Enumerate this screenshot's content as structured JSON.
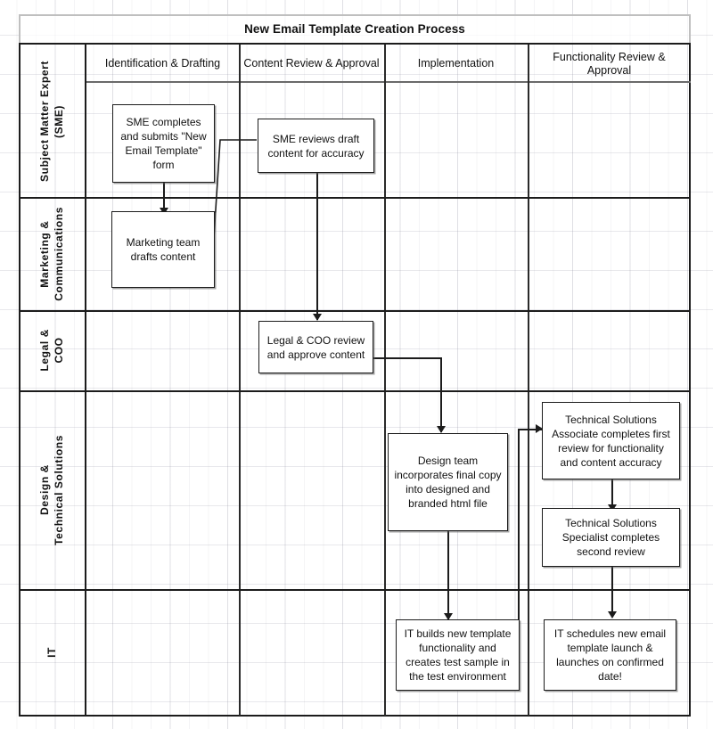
{
  "diagram": {
    "title": "New Email Template Creation Process",
    "type": "swimlane-flowchart",
    "phases": [
      {
        "id": "identification",
        "label": "Identification &\nDrafting"
      },
      {
        "id": "content-review",
        "label": "Content Review\n& Approval"
      },
      {
        "id": "implementation",
        "label": "Implementation"
      },
      {
        "id": "functionality-review",
        "label": "Functionality Review\n& Approval"
      }
    ],
    "lanes": [
      {
        "id": "sme",
        "label": "Subject Matter Expert\n(SME)"
      },
      {
        "id": "marketing",
        "label": "Marketing &\nCommunications"
      },
      {
        "id": "legal",
        "label": "Legal &\nCOO"
      },
      {
        "id": "design",
        "label": "Design &\nTechnical Solutions"
      },
      {
        "id": "it",
        "label": "IT"
      }
    ],
    "nodes": [
      {
        "id": "sme-form",
        "lane": "sme",
        "phase": "identification",
        "text": "SME completes and submits \"New Email Template\" form"
      },
      {
        "id": "sme-review",
        "lane": "sme",
        "phase": "content-review",
        "text": "SME reviews draft content for accuracy"
      },
      {
        "id": "marketing-draft",
        "lane": "marketing",
        "phase": "identification",
        "text": "Marketing team drafts content"
      },
      {
        "id": "legal-approve",
        "lane": "legal",
        "phase": "content-review",
        "text": "Legal & COO review and approve content"
      },
      {
        "id": "design-html",
        "lane": "design",
        "phase": "implementation",
        "text": "Design team incorporates final copy into designed and branded html file"
      },
      {
        "id": "ts-associate",
        "lane": "design",
        "phase": "functionality-review",
        "text": "Technical Solutions Associate completes first review for functionality and content accuracy"
      },
      {
        "id": "ts-specialist",
        "lane": "design",
        "phase": "functionality-review",
        "text": "Technical Solutions Specialist completes second review"
      },
      {
        "id": "it-build",
        "lane": "it",
        "phase": "implementation",
        "text": "IT builds new template functionality and creates test sample in the test environment"
      },
      {
        "id": "it-launch",
        "lane": "it",
        "phase": "functionality-review",
        "text": "IT schedules new email template launch & launches on confirmed date!"
      }
    ],
    "edges": [
      {
        "from": "sme-form",
        "to": "marketing-draft"
      },
      {
        "from": "marketing-draft",
        "to": "sme-review"
      },
      {
        "from": "sme-review",
        "to": "legal-approve"
      },
      {
        "from": "legal-approve",
        "to": "design-html"
      },
      {
        "from": "design-html",
        "to": "it-build"
      },
      {
        "from": "it-build",
        "to": "ts-associate"
      },
      {
        "from": "ts-associate",
        "to": "ts-specialist"
      },
      {
        "from": "ts-specialist",
        "to": "it-launch"
      }
    ],
    "colors": {
      "frame": "#1c1c1c",
      "box_border": "#1c1c1c",
      "box_fill": "#ffffff",
      "connector": "#1c1c1c",
      "text": "#111111",
      "grid": "#c8c8d2"
    }
  }
}
